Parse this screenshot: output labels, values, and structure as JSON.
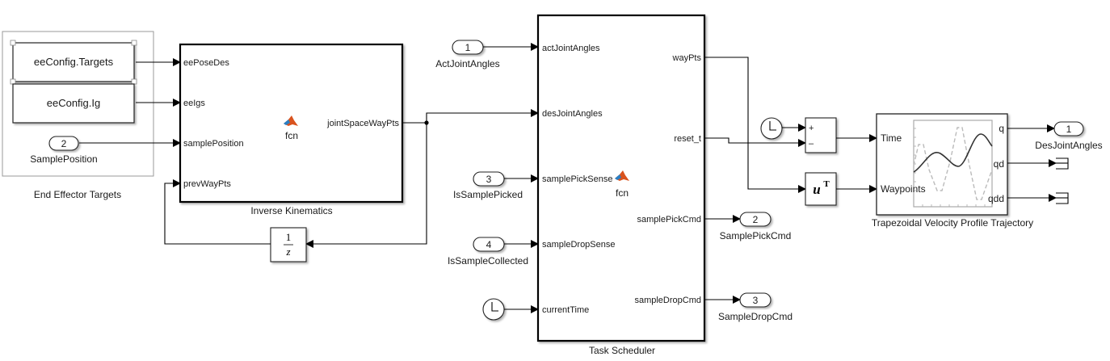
{
  "subsystem": {
    "title": "End Effector Targets",
    "constants": [
      {
        "label": "eeConfig.Targets"
      },
      {
        "label": "eeConfig.Ig"
      }
    ],
    "inport": {
      "number": "2",
      "name": "SamplePosition"
    }
  },
  "inverse_kinematics": {
    "title": "Inverse Kinematics",
    "icon_label": "fcn",
    "inputs": [
      "eePoseDes",
      "eeIgs",
      "samplePosition",
      "prevWayPts"
    ],
    "outputs": [
      "jointSpaceWayPts"
    ]
  },
  "unit_delay": {
    "numerator": "1",
    "denominator": "z"
  },
  "task_scheduler": {
    "title": "Task Scheduler",
    "icon_label": "fcn",
    "inputs": [
      "actJointAngles",
      "desJointAngles",
      "samplePickSense",
      "sampleDropSense",
      "currentTime"
    ],
    "outputs": [
      "wayPts",
      "reset_t",
      "samplePickCmd",
      "sampleDropCmd"
    ]
  },
  "inports": [
    {
      "number": "1",
      "name": "ActJointAngles"
    },
    {
      "number": "3",
      "name": "IsSamplePicked"
    },
    {
      "number": "4",
      "name": "IsSampleCollected"
    }
  ],
  "outports": [
    {
      "number": "2",
      "name": "SamplePickCmd"
    },
    {
      "number": "3",
      "name": "SampleDropCmd"
    },
    {
      "number": "1",
      "name": "DesJointAngles"
    }
  ],
  "sum_block": {
    "signs": [
      "+",
      "–"
    ]
  },
  "transpose_block": {
    "base": "u",
    "sup": "T"
  },
  "trajectory": {
    "title": "Trapezoidal Velocity Profile Trajectory",
    "inputs": [
      "Time",
      "Waypoints"
    ],
    "outputs": [
      "q",
      "qd",
      "qdd"
    ]
  },
  "colors": {
    "matlab_orange": "#d9531e",
    "matlab_blue": "#2a7fc4",
    "block_border": "#000000",
    "subsystem_border": "#9a9a9a"
  }
}
